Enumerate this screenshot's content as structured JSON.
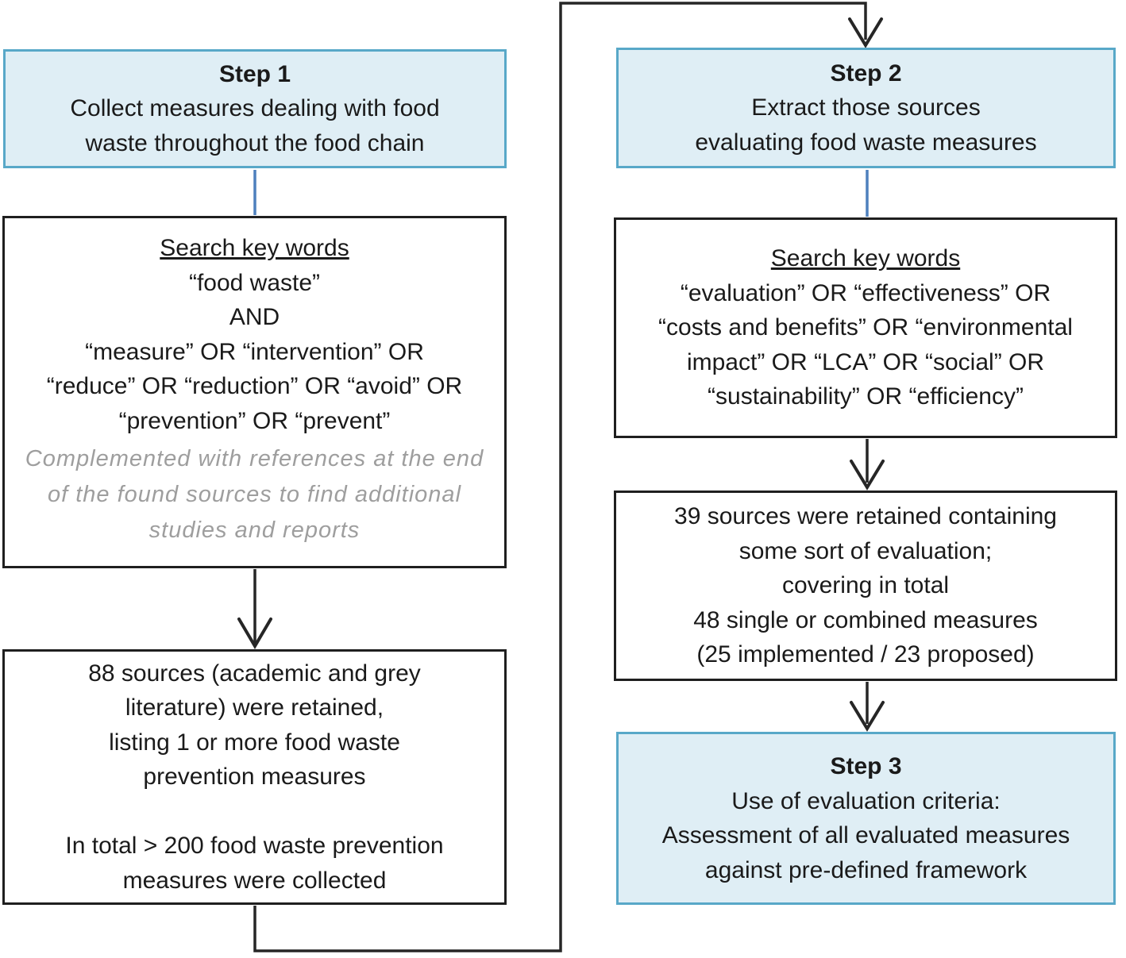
{
  "colors": {
    "step_box_fill": "#dfeef5",
    "step_box_border": "#58a8c8",
    "plain_box_border": "#1f1f1f",
    "connector_black": "#262626",
    "connector_blue": "#4e80bd",
    "note_gray": "#9e9e9e",
    "text": "#1a1a1a"
  },
  "flow": {
    "step1": {
      "title": "Step 1",
      "body": "Collect measures dealing with food\nwaste throughout the food chain"
    },
    "search1": {
      "heading": "Search key words",
      "keywords": "“food waste”\nAND\n“measure” OR “intervention” OR\n“reduce” OR “reduction” OR “avoid” OR\n“prevention” OR “prevent”",
      "note": "Complemented with references at the end\nof the found sources to find additional\nstudies and reports"
    },
    "results1": {
      "body": "88 sources (academic and grey\nliterature) were retained,\nlisting 1 or more food waste\nprevention measures\n\nIn total > 200 food waste prevention\nmeasures were collected"
    },
    "step2": {
      "title": "Step 2",
      "body": "Extract those sources\nevaluating food waste measures"
    },
    "search2": {
      "heading": "Search key words",
      "keywords": "“evaluation” OR “effectiveness” OR\n“costs and benefits” OR “environmental\nimpact” OR “LCA” OR “social” OR\n“sustainability” OR “efficiency”"
    },
    "results2": {
      "body": "39 sources were retained containing\nsome sort of evaluation;\ncovering in total\n48 single or combined measures\n(25 implemented / 23 proposed)"
    },
    "step3": {
      "title": "Step 3",
      "body": "Use of evaluation criteria:\nAssessment of all evaluated measures\nagainst pre-defined framework"
    }
  }
}
